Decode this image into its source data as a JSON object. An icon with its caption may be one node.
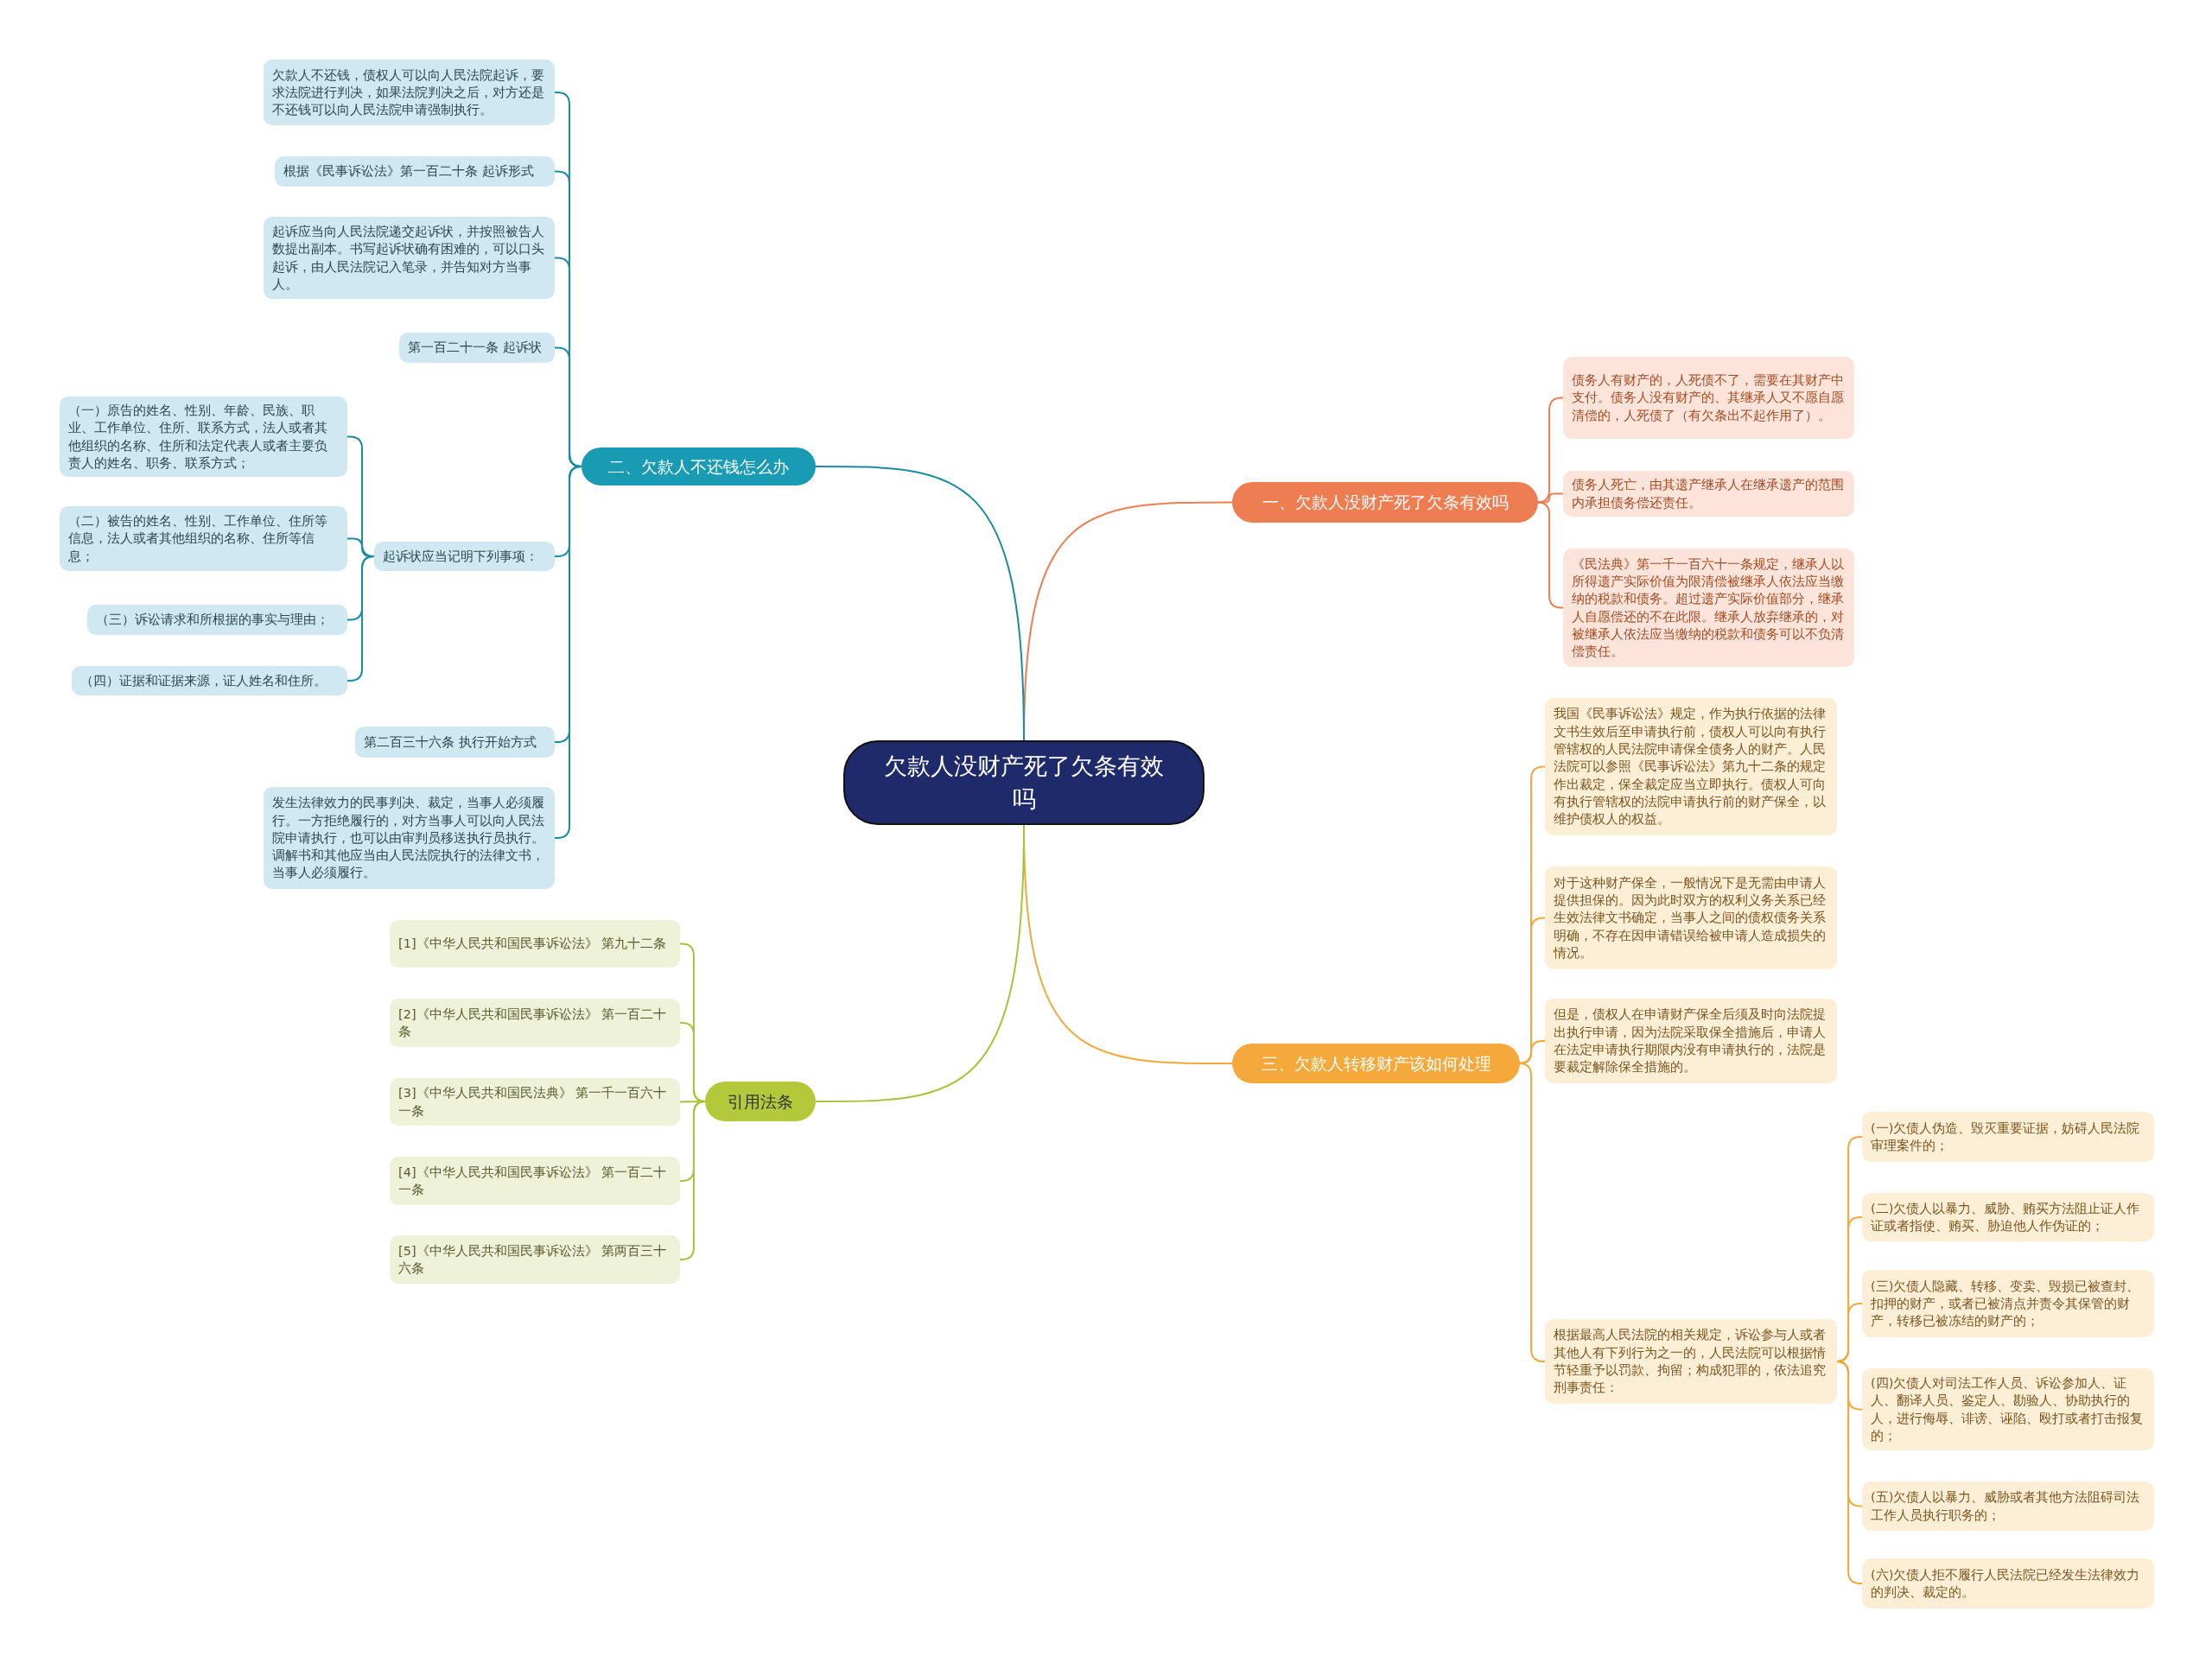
{
  "diagram": {
    "nodes": [
      {
        "text": [
          "欠款人没财产死了欠条有效吗"
        ]
      },
      {
        "text": [
          "一、欠款人没财产死了欠条有效吗"
        ]
      },
      {
        "text": [
          "债务人有财产的，人死债不了，需要在其财产中支付。债务人没有财产的、其继承人又不愿自愿清偿的，人死债了（有欠条出不起作用了）。"
        ]
      },
      {
        "text": [
          "债务人死亡，由其遗产继承人在继承遗产的范围内承担债务偿还责任。"
        ]
      },
      {
        "text": [
          "《民法典》第一千一百六十一条规定，继承人以所得遗产实际价值为限清偿被继承人依法应当缴纳的税款和债务。超过遗产实际价值部分，继承人自愿偿还的不在此限。继承人放弃继承的，对被继承人依法应当缴纳的税款和债务可以不负清偿责任。"
        ]
      },
      {
        "text": [
          "二、欠款人不还钱怎么办"
        ]
      },
      {
        "text": [
          "欠款人不还钱，债权人可以向人民法院起诉，要求法院进行判决，如果法院判决之后，对方还是不还钱可以向人民法院申请强制执行。"
        ]
      },
      {
        "text": [
          "根据《民事诉讼法》第一百二十条 起诉形式"
        ]
      },
      {
        "text": [
          "起诉应当向人民法院递交起诉状，并按照被告人数提出副本。书写起诉状确有困难的，可以口头起诉，由人民法院记入笔录，并告知对方当事人。"
        ]
      },
      {
        "text": [
          "第一百二十一条 起诉状"
        ]
      },
      {
        "text": [
          "起诉状应当记明下列事项："
        ]
      },
      {
        "text": [
          "（一）原告的姓名、性别、年龄、民族、职业、工作单位、住所、联系方式，法人或者其他组织的名称、住所和法定代表人或者主要负责人的姓名、职务、联系方式；"
        ]
      },
      {
        "text": [
          "（二）被告的姓名、性别、工作单位、住所等信息，法人或者其他组织的名称、住所等信息；"
        ]
      },
      {
        "text": [
          "（三）诉讼请求和所根据的事实与理由；"
        ]
      },
      {
        "text": [
          "（四）证据和证据来源，证人姓名和住所。"
        ]
      },
      {
        "text": [
          "第二百三十六条 执行开始方式"
        ]
      },
      {
        "text": [
          "发生法律效力的民事判决、裁定，当事人必须履行。一方拒绝履行的，对方当事人可以向人民法院申请执行，也可以由审判员移送执行员执行。调解书和其他应当由人民法院执行的法律文书，当事人必须履行。"
        ]
      },
      {
        "text": [
          "三、欠款人转移财产该如何处理"
        ]
      },
      {
        "text": [
          "我国《民事诉讼法》规定，作为执行依据的法律文书生效后至申请执行前，债权人可以向有执行管辖权的人民法院申请保全债务人的财产。人民法院可以参照《民事诉讼法》第九十二条的规定作出裁定，保全裁定应当立即执行。债权人可向有执行管辖权的法院申请执行前的财产保全，以维护债权人的权益。"
        ]
      },
      {
        "text": [
          "对于这种财产保全，一般情况下是无需由申请人提供担保的。因为此时双方的权利义务关系已经生效法律文书确定，当事人之间的债权债务关系明确，不存在因申请错误给被申请人造成损失的情况。"
        ]
      },
      {
        "text": [
          "但是，债权人在申请财产保全后须及时向法院提出执行申请，因为法院采取保全措施后，申请人在法定申请执行期限内没有申请执行的，法院是要裁定解除保全措施的。"
        ]
      },
      {
        "text": [
          "根据最高人民法院的相关规定，诉讼参与人或者其他人有下列行为之一的，人民法院可以根据情节轻重予以罚款、拘留；构成犯罪的，依法追究刑事责任："
        ]
      },
      {
        "text": [
          "(一)欠债人伪造、毁灭重要证据，妨碍人民法院审理案件的；"
        ]
      },
      {
        "text": [
          "(二)欠债人以暴力、威胁、贿买方法阻止证人作证或者指使、贿买、胁迫他人作伪证的；"
        ]
      },
      {
        "text": [
          "(三)欠债人隐藏、转移、变卖、毁损已被查封、扣押的财产，或者已被清点并责令其保管的财产，转移已被冻结的财产的；"
        ]
      },
      {
        "text": [
          "(四)欠债人对司法工作人员、诉讼参加人、证人、翻译人员、鉴定人、勘验人、协助执行的人，进行侮辱、诽谤、诬陷、殴打或者打击报复的；"
        ]
      },
      {
        "text": [
          "(五)欠债人以暴力、威胁或者其他方法阻碍司法工作人员执行职务的；"
        ]
      },
      {
        "text": [
          "(六)欠债人拒不履行人民法院已经发生法律效力的判决、裁定的。"
        ]
      },
      {
        "text": [
          "引用法条"
        ]
      },
      {
        "text": [
          "[1]《中华人民共和国民事诉讼法》 第九十二条"
        ]
      },
      {
        "text": [
          "[2]《中华人民共和国民事诉讼法》 第一百二十条"
        ]
      },
      {
        "text": [
          "[3]《中华人民共和国民法典》 第一千一百六十一条"
        ]
      },
      {
        "text": [
          "[4]《中华人民共和国民事诉讼法》 第一百二十一条"
        ]
      },
      {
        "text": [
          "[5]《中华人民共和国民事诉讼法》 第两百三十六条"
        ]
      }
    ],
    "edges": [
      {
        "from": 0,
        "to": 1,
        "arrow": "none",
        "color": "#ee7d52"
      },
      {
        "from": 1,
        "to": 2,
        "arrow": "none",
        "color": "#ee7d52"
      },
      {
        "from": 1,
        "to": 3,
        "arrow": "none",
        "color": "#ee7d52"
      },
      {
        "from": 1,
        "to": 4,
        "arrow": "none",
        "color": "#ee7d52"
      },
      {
        "from": 0,
        "to": 5,
        "arrow": "none",
        "color": "#1a8ba3"
      },
      {
        "from": 5,
        "to": 6,
        "arrow": "none",
        "color": "#1a8ba3"
      },
      {
        "from": 5,
        "to": 7,
        "arrow": "none",
        "color": "#1a8ba3"
      },
      {
        "from": 5,
        "to": 8,
        "arrow": "none",
        "color": "#1a8ba3"
      },
      {
        "from": 5,
        "to": 9,
        "arrow": "none",
        "color": "#1a8ba3"
      },
      {
        "from": 5,
        "to": 10,
        "arrow": "none",
        "color": "#1a8ba3"
      },
      {
        "from": 10,
        "to": 11,
        "arrow": "none",
        "color": "#1a8ba3"
      },
      {
        "from": 10,
        "to": 12,
        "arrow": "none",
        "color": "#1a8ba3"
      },
      {
        "from": 10,
        "to": 13,
        "arrow": "none",
        "color": "#1a8ba3"
      },
      {
        "from": 10,
        "to": 14,
        "arrow": "none",
        "color": "#1a8ba3"
      },
      {
        "from": 5,
        "to": 15,
        "arrow": "none",
        "color": "#1a8ba3"
      },
      {
        "from": 5,
        "to": 16,
        "arrow": "none",
        "color": "#1a8ba3"
      },
      {
        "from": 0,
        "to": 17,
        "arrow": "none",
        "color": "#f0a93a"
      },
      {
        "from": 17,
        "to": 18,
        "arrow": "none",
        "color": "#f0a93a"
      },
      {
        "from": 17,
        "to": 19,
        "arrow": "none",
        "color": "#f0a93a"
      },
      {
        "from": 17,
        "to": 20,
        "arrow": "none",
        "color": "#f0a93a"
      },
      {
        "from": 17,
        "to": 21,
        "arrow": "none",
        "color": "#f0a93a"
      },
      {
        "from": 21,
        "to": 22,
        "arrow": "none",
        "color": "#f0a93a"
      },
      {
        "from": 21,
        "to": 23,
        "arrow": "none",
        "color": "#f0a93a"
      },
      {
        "from": 21,
        "to": 24,
        "arrow": "none",
        "color": "#f0a93a"
      },
      {
        "from": 21,
        "to": 25,
        "arrow": "none",
        "color": "#f0a93a"
      },
      {
        "from": 21,
        "to": 26,
        "arrow": "none",
        "color": "#f0a93a"
      },
      {
        "from": 21,
        "to": 27,
        "arrow": "none",
        "color": "#f0a93a"
      },
      {
        "from": 0,
        "to": 28,
        "arrow": "none",
        "color": "#a9c23a"
      },
      {
        "from": 28,
        "to": 29,
        "arrow": "none",
        "color": "#a9c23a"
      },
      {
        "from": 28,
        "to": 30,
        "arrow": "none",
        "color": "#a9c23a"
      },
      {
        "from": 28,
        "to": 31,
        "arrow": "none",
        "color": "#a9c23a"
      },
      {
        "from": 28,
        "to": 32,
        "arrow": "none",
        "color": "#a9c23a"
      },
      {
        "from": 28,
        "to": 33,
        "arrow": "none",
        "color": "#a9c23a"
      }
    ]
  }
}
